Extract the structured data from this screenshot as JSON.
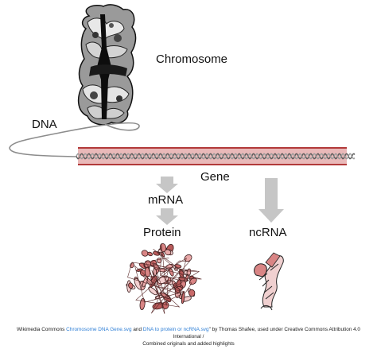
{
  "labels": {
    "chromosome": "Chromosome",
    "dna": "DNA",
    "gene": "Gene",
    "mrna": "mRNA",
    "protein": "Protein",
    "ncrna": "ncRNA"
  },
  "caption": {
    "prefix": "Wikimedia Commons",
    "link1": "Chromosome DNA Gene.svg",
    "and": "and",
    "link2": "DNA to protein or ncRNA.svg",
    "suffix": "\" by Thomas Shafee, used under Creative Commons Attribution 4.0 International /",
    "line2": "Combined originals and added highlights"
  },
  "colors": {
    "gene_highlight": "#e9b9b9",
    "gene_border": "#b23a3a",
    "protein": "#d98585",
    "arrow": "#c6c6c6",
    "link": "#2f7fd6"
  }
}
